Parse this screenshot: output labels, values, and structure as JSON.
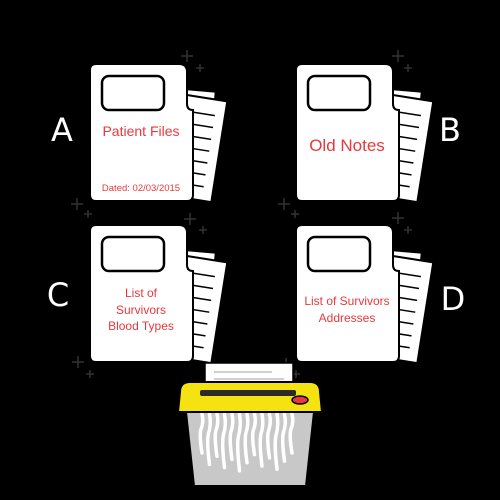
{
  "options": [
    {
      "letter": "A",
      "label_lines": [
        "Patient Files"
      ],
      "date": "Dated: 02/03/2015"
    },
    {
      "letter": "B",
      "label_lines": [
        "Old Notes"
      ],
      "date": ""
    },
    {
      "letter": "C",
      "label_lines": [
        "List of",
        "Survivors",
        "Blood Types"
      ],
      "date": ""
    },
    {
      "letter": "D",
      "label_lines": [
        "List of Survivors",
        "Addresses"
      ],
      "date": ""
    }
  ],
  "colors": {
    "background": "#000000",
    "folder": "#ffffff",
    "outline": "#000000",
    "label_text": "#e8383d",
    "letter": "#ffffff",
    "shredder_lid": "#f5e311",
    "shredder_button": "#e8383d",
    "shredder_bin": "#c8c8c8",
    "sparkle": "#333333"
  },
  "icons": {
    "file": "folder-with-papers-icon",
    "shredder": "paper-shredder-icon",
    "decoration": "sparkle-plus-icon"
  }
}
